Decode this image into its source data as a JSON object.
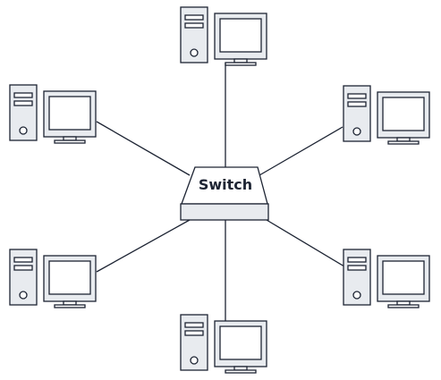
{
  "diagram": {
    "switch": {
      "label": "Switch",
      "fill_color": "#e8ebef",
      "line_color": "#1d2433"
    },
    "computers": [
      {
        "id": "pc-top",
        "icon": "desktop-computer-icon"
      },
      {
        "id": "pc-upper-left",
        "icon": "desktop-computer-icon"
      },
      {
        "id": "pc-upper-right",
        "icon": "desktop-computer-icon"
      },
      {
        "id": "pc-lower-left",
        "icon": "desktop-computer-icon"
      },
      {
        "id": "pc-lower-right",
        "icon": "desktop-computer-icon"
      },
      {
        "id": "pc-bottom",
        "icon": "desktop-computer-icon"
      }
    ],
    "topology": "star"
  }
}
